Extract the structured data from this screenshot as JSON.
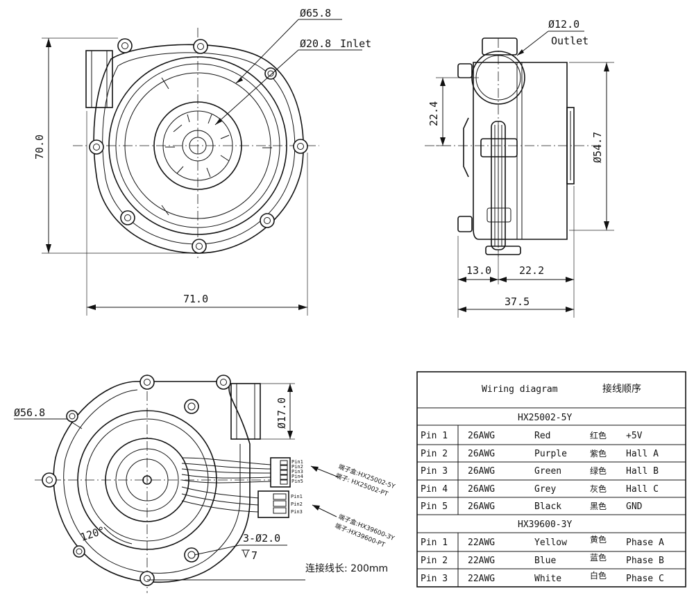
{
  "front_view": {
    "dim_outer_dia": "Ø65.8",
    "dim_inlet_dia": "Ø20.8",
    "inlet_label": "Inlet",
    "dim_height": "70.0",
    "dim_width": "71.0"
  },
  "side_view": {
    "dim_outlet_dia": "Ø12.0",
    "outlet_label": "Outlet",
    "dim_outlet_offset": "22.4",
    "dim_body_dia": "Ø54.7",
    "dim_front_depth": "13.0",
    "dim_back_depth": "22.2",
    "dim_total_depth": "37.5"
  },
  "rear_view": {
    "dim_rear_dia": "Ø56.8",
    "dim_outlet_dia": "Ø17.0",
    "dim_angle": "120°",
    "dim_holes": "3-Ø2.0",
    "dim_hole_depth": "7",
    "pin_labels_5": [
      "Pin1",
      "Pin2",
      "Pin3",
      "Pin4",
      "Pin5"
    ],
    "pin_labels_3": [
      "Pin1",
      "Pin2",
      "Pin3"
    ],
    "connector1_housing": "端子盒:HX25002-5Y",
    "connector1_terminal": "端子: HX25002-PT",
    "connector2_housing": "端子盒:HX39600-3Y",
    "connector2_terminal": "端子:HX39600-PT",
    "lead_length": "连接线长: 200mm"
  },
  "wiring_table": {
    "title_en": "Wiring diagram",
    "title_cn": "接线顺序",
    "groups": [
      {
        "connector": "HX25002-5Y",
        "rows": [
          {
            "pin": "Pin 1",
            "awg": "26AWG",
            "color": "Red",
            "color_cn": "红色",
            "function": "+5V"
          },
          {
            "pin": "Pin 2",
            "awg": "26AWG",
            "color": "Purple",
            "color_cn": "紫色",
            "function": "Hall A"
          },
          {
            "pin": "Pin 3",
            "awg": "26AWG",
            "color": "Green",
            "color_cn": "绿色",
            "function": "Hall B"
          },
          {
            "pin": "Pin 4",
            "awg": "26AWG",
            "color": "Grey",
            "color_cn": "灰色",
            "function": "Hall C"
          },
          {
            "pin": "Pin 5",
            "awg": "26AWG",
            "color": "Black",
            "color_cn": "黑色",
            "function": "GND"
          }
        ]
      },
      {
        "connector": "HX39600-3Y",
        "rows": [
          {
            "pin": "Pin 1",
            "awg": "22AWG",
            "color": "Yellow",
            "color_cn": "黄色",
            "function": "Phase A"
          },
          {
            "pin": "Pin 2",
            "awg": "22AWG",
            "color": "Blue",
            "color_cn": "蓝色",
            "function": "Phase B"
          },
          {
            "pin": "Pin 3",
            "awg": "22AWG",
            "color": "White",
            "color_cn": "白色",
            "function": "Phase C"
          }
        ]
      }
    ]
  }
}
